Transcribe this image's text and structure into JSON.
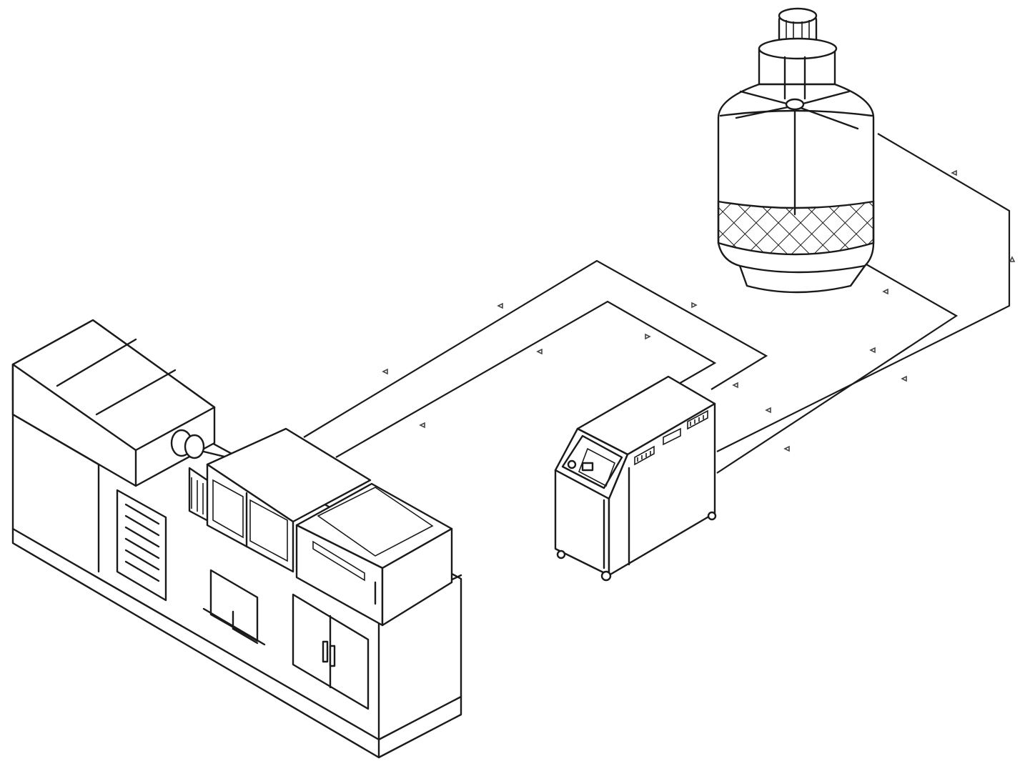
{
  "colors": {
    "line": "#1a1a1a",
    "background": "#ffffff"
  },
  "components": [
    {
      "id": "injection-molding-machine",
      "icon": "injection-molding-machine-icon"
    },
    {
      "id": "mold-temperature-controller",
      "icon": "mold-temperature-controller-icon"
    },
    {
      "id": "cooling-tower",
      "icon": "cooling-tower-icon"
    }
  ],
  "connections": [
    {
      "from": "injection-molding-machine",
      "to": "mold-temperature-controller",
      "lines": 2
    },
    {
      "from": "mold-temperature-controller",
      "to": "cooling-tower",
      "lines": 2
    }
  ]
}
